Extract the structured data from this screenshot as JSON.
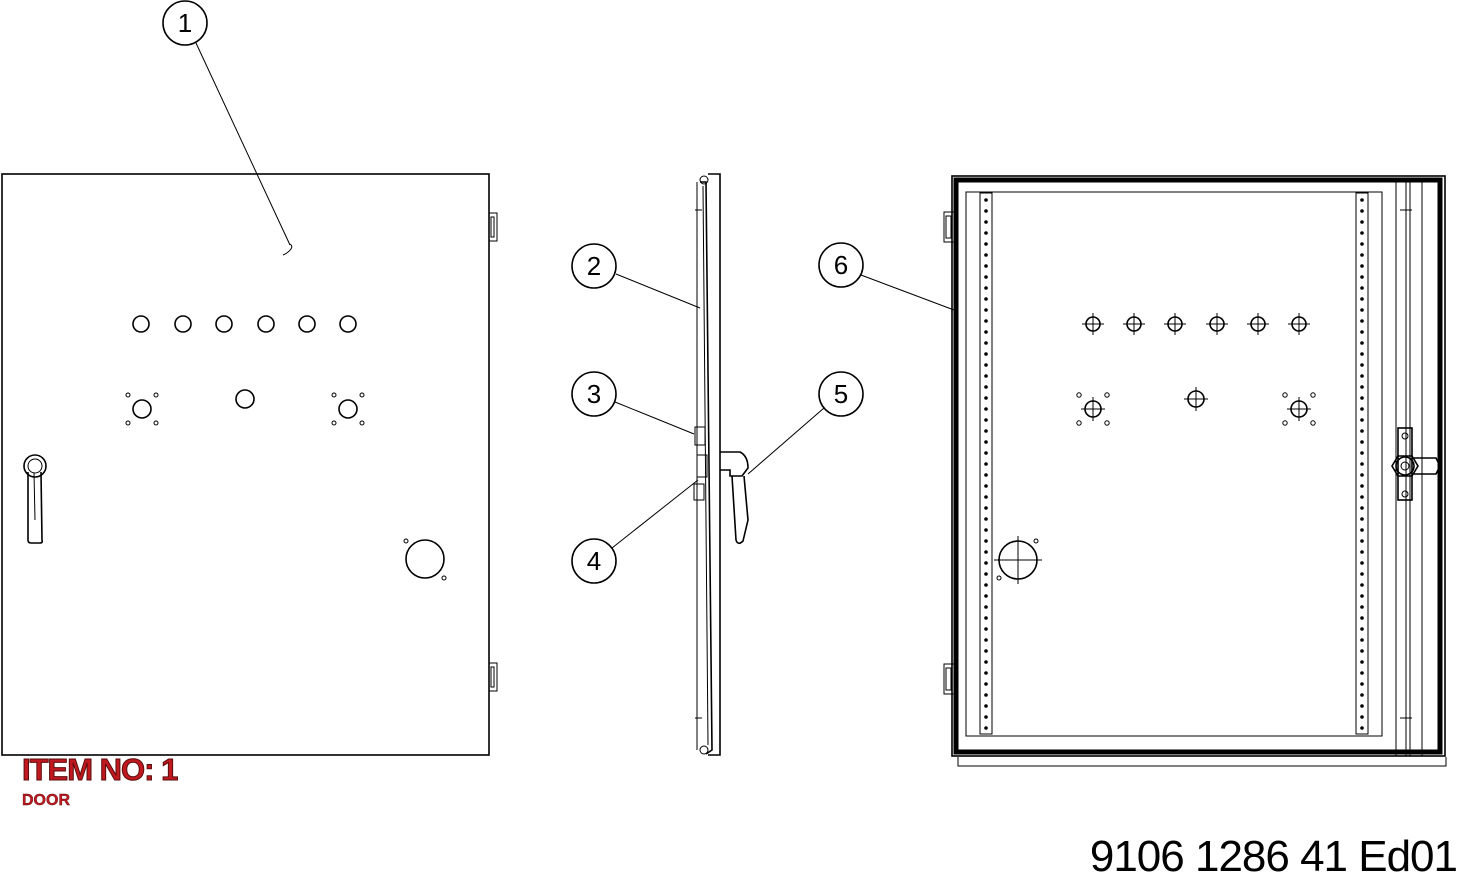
{
  "title": {
    "item": "ITEM NO: 1",
    "name": "DOOR"
  },
  "document_number": "9106 1286 41  Ed01",
  "balloons": [
    {
      "id": 1,
      "label": "1"
    },
    {
      "id": 2,
      "label": "2"
    },
    {
      "id": 3,
      "label": "3"
    },
    {
      "id": 4,
      "label": "4"
    },
    {
      "id": 5,
      "label": "5"
    },
    {
      "id": 6,
      "label": "6"
    }
  ],
  "colors": {
    "title_red": "#c0181f",
    "line": "#000000"
  }
}
